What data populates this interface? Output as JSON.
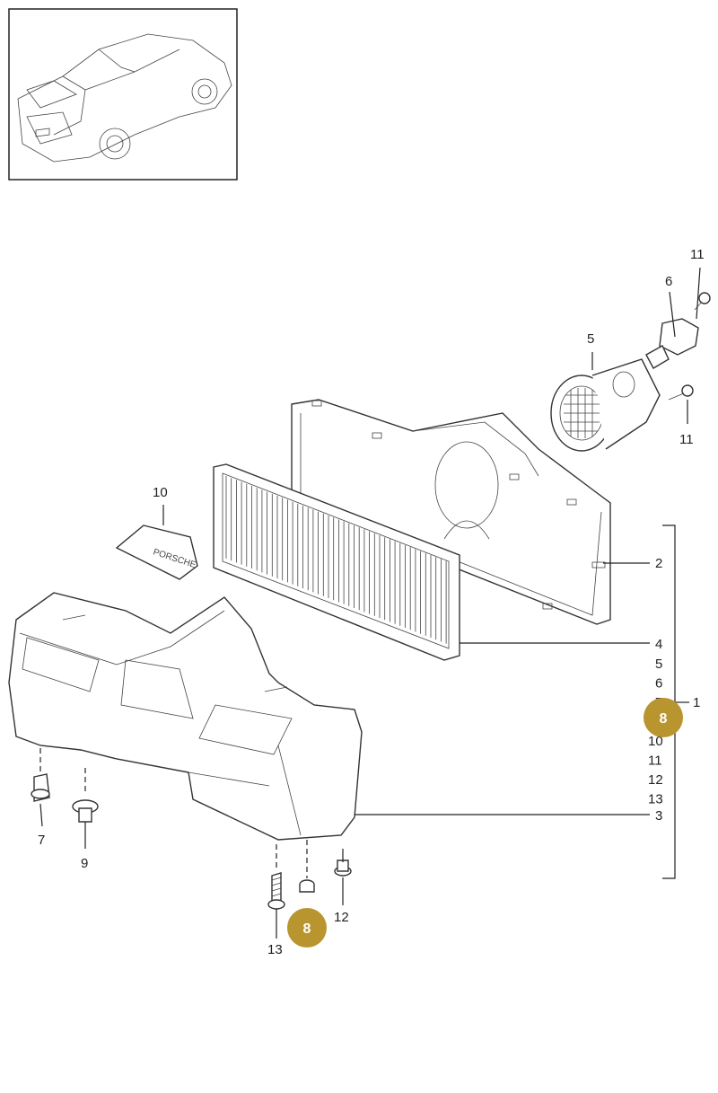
{
  "callouts": {
    "c1": "1",
    "c2": "2",
    "c3": "3",
    "c4": "4",
    "c5": "5",
    "c6": "6",
    "c7": "7",
    "c9": "9",
    "c10": "10",
    "c11": "11",
    "c12": "12",
    "c13": "13"
  },
  "group_list": [
    "4",
    "5",
    "6",
    "7",
    "8",
    "10",
    "11",
    "12",
    "13"
  ],
  "badges": {
    "right": "8",
    "bottom": "8"
  },
  "colors": {
    "badge": "#b8952e",
    "line": "#222222",
    "fill": "#ffffff"
  }
}
